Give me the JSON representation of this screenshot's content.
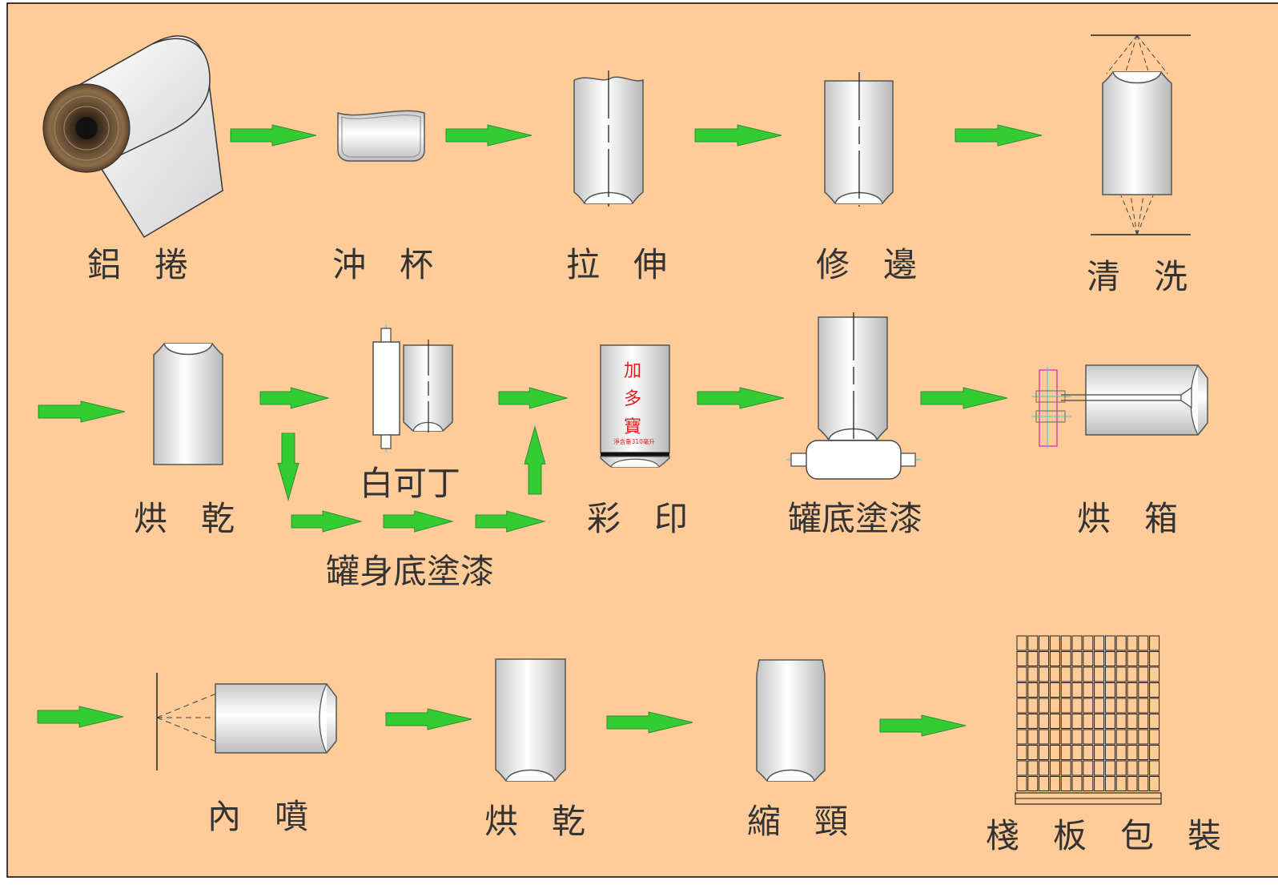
{
  "colors": {
    "background": "#ffcc99",
    "arrow": "#33cc33",
    "arrow_stroke": "#2f8f2f",
    "can_light": "#ffffff",
    "can_dark": "#bdbdbd",
    "print_text": "#e01e1e",
    "label": "#333333"
  },
  "steps": {
    "aluminum_coil": "鋁　捲",
    "cupping": "沖　杯",
    "drawing": "拉　伸",
    "trimming": "修　邊",
    "washing": "清　洗",
    "drying_1": "烘　乾",
    "base_coat": "白可丁",
    "rim_coat": "罐身底塗漆",
    "printing": "彩　印",
    "bottom_coat": "罐底塗漆",
    "oven": "烘　箱",
    "inside_spray": "內　噴",
    "drying_2": "烘　乾",
    "necking": "縮　頸",
    "pallet_packing": "棧　板　包　裝"
  },
  "can_print": {
    "line1": "加",
    "line2": "多",
    "line3": "寶",
    "small": "淨含量310毫升"
  }
}
